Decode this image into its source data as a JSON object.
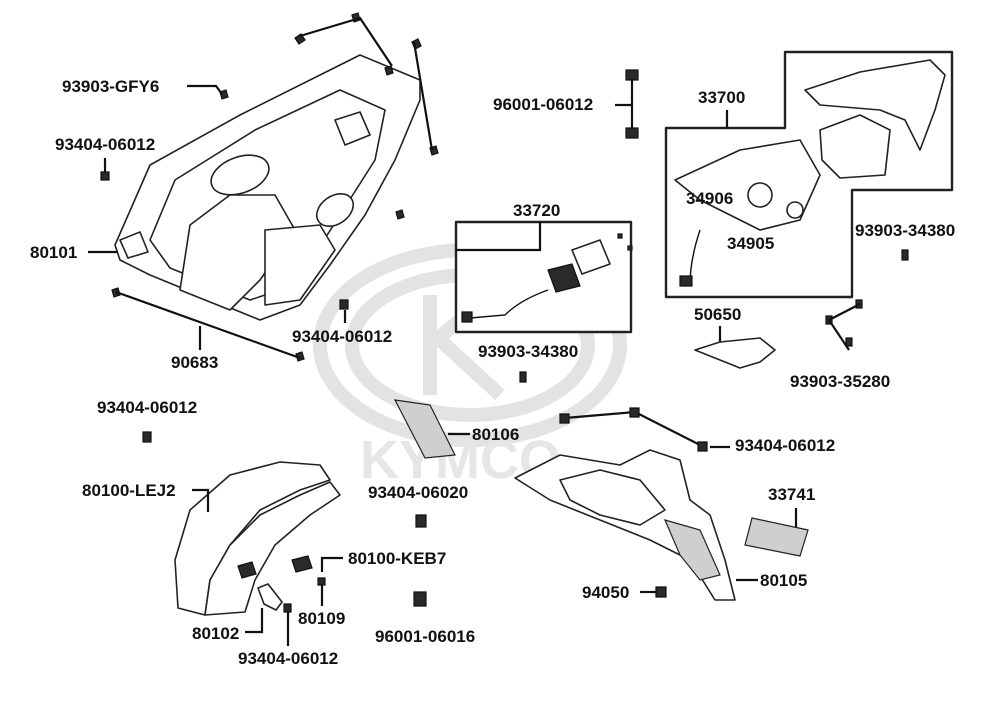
{
  "brand_watermark": "KYMCO",
  "labels": {
    "l93903_GFY6": "93903-GFY6",
    "l93404_06012_a": "93404-06012",
    "l80101": "80101",
    "l90683": "90683",
    "l93404_06012_b": "93404-06012",
    "l96001_06012": "96001-06012",
    "l33700": "33700",
    "l34906": "34906",
    "l34905": "34905",
    "l93903_34380_a": "93903-34380",
    "l33720": "33720",
    "l93903_34380_b": "93903-34380",
    "l50650": "50650",
    "l93903_35280": "93903-35280",
    "l93404_06012_c": "93404-06012",
    "l80106": "80106",
    "l93404_06012_d": "93404-06012",
    "l80100_LEJ2": "80100-LEJ2",
    "l93404_06020": "93404-06020",
    "l80100_KEB7": "80100-KEB7",
    "l80102": "80102",
    "l80109": "80109",
    "l93404_06012_e": "93404-06012",
    "l96001_06016": "96001-06016",
    "l33741": "33741",
    "l94050": "94050",
    "l80105": "80105"
  }
}
